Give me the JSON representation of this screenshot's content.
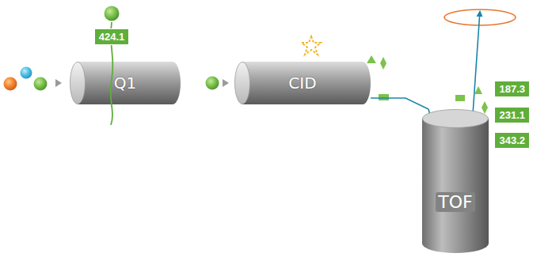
{
  "diagram": {
    "nodes": [
      {
        "text": [
          "424.1"
        ]
      },
      {
        "text": [
          "Q1"
        ]
      },
      {
        "text": [
          "CID"
        ]
      },
      {
        "text": [
          "TOF"
        ]
      },
      {
        "text": [
          "187.3"
        ]
      },
      {
        "text": [
          "231.1"
        ]
      },
      {
        "text": [
          "343.2"
        ]
      }
    ],
    "edges": [
      {
        "from": 2,
        "to": 3,
        "arrow": "none"
      }
    ]
  }
}
